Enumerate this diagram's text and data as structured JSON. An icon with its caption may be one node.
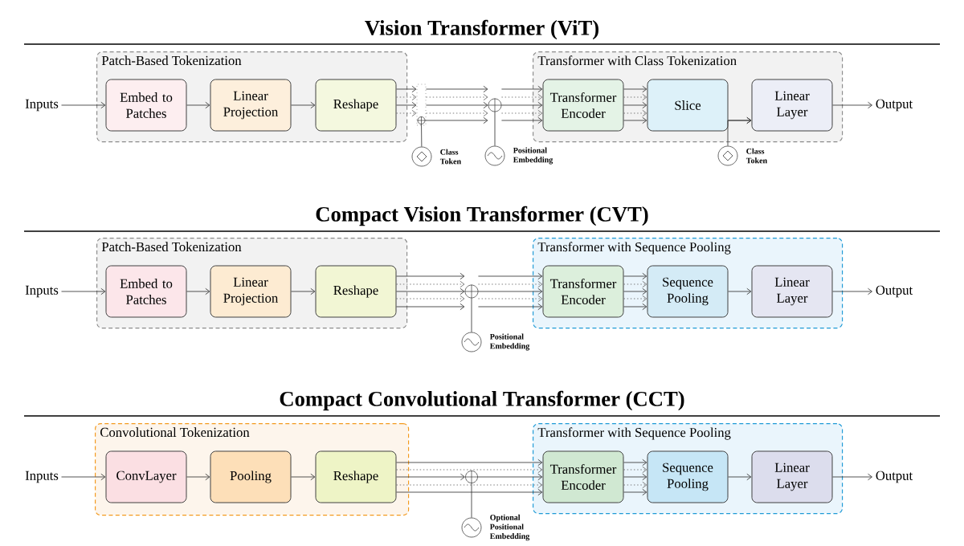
{
  "diagram": {
    "labels": [
      "Vision Transformer (ViT)",
      "Compact Vision Transformer (CVT)",
      "Compact Convolutional Transformer (CCT)"
    ],
    "nodes": [
      {
        "text": [
          "Inputs"
        ]
      },
      {
        "text": [
          "Patch-Based Tokenization"
        ]
      },
      {
        "text": [
          "Embed to Patches"
        ],
        "in": 1
      },
      {
        "text": [
          "Linear Projection"
        ],
        "in": 1
      },
      {
        "text": [
          "Reshape"
        ],
        "in": 1
      },
      {
        "text": [],
        "shape": "box"
      },
      {
        "text": [],
        "shape": "circle",
        "in": 5
      },
      {
        "text": [],
        "shape": "circle",
        "beside": [
          "Class Token"
        ]
      },
      {
        "text": [],
        "shape": "circle"
      },
      {
        "text": [],
        "shape": "circle",
        "beside": [
          "Positional Embedding"
        ]
      },
      {
        "text": [
          "Transformer with Class Tokenization"
        ]
      },
      {
        "text": [
          "Transformer Encoder"
        ],
        "in": 10
      },
      {
        "text": [
          "Slice"
        ],
        "in": 10
      },
      {
        "text": [
          "Linear Layer"
        ],
        "in": 10
      },
      {
        "text": [],
        "shape": "circle",
        "beside": [
          "Class Token"
        ]
      },
      {
        "text": [
          "Output"
        ]
      },
      {
        "text": [
          "Inputs"
        ]
      },
      {
        "text": [
          "Patch-Based Tokenization"
        ]
      },
      {
        "text": [
          "Embed to Patches"
        ],
        "in": 17
      },
      {
        "text": [
          "Linear Projection"
        ],
        "in": 17
      },
      {
        "text": [
          "Reshape"
        ],
        "in": 17
      },
      {
        "text": [],
        "shape": "circle"
      },
      {
        "text": [],
        "shape": "circle",
        "beside": [
          "Positional Embedding"
        ]
      },
      {
        "text": [
          "Transformer with Sequence Pooling"
        ]
      },
      {
        "text": [
          "Transformer Encoder"
        ],
        "in": 23
      },
      {
        "text": [
          "Sequence Pooling"
        ],
        "in": 23
      },
      {
        "text": [
          "Linear Layer"
        ],
        "in": 23
      },
      {
        "text": [
          "Output"
        ]
      },
      {
        "text": [
          "Inputs"
        ]
      },
      {
        "text": [
          "Convolutional Tokenization"
        ]
      },
      {
        "text": [
          "ConvLayer"
        ],
        "in": 29
      },
      {
        "text": [
          "Pooling"
        ],
        "in": 29
      },
      {
        "text": [
          "Reshape"
        ],
        "in": 29
      },
      {
        "text": [],
        "shape": "circle"
      },
      {
        "text": [],
        "shape": "circle",
        "beside": [
          "Optional Positional Embedding"
        ]
      },
      {
        "text": [
          "Transformer with Sequence Pooling"
        ]
      },
      {
        "text": [
          "Transformer Encoder"
        ],
        "in": 35
      },
      {
        "text": [
          "Sequence Pooling"
        ],
        "in": 35
      },
      {
        "text": [
          "Linear Layer"
        ],
        "in": 35
      },
      {
        "text": [
          "Output"
        ]
      }
    ],
    "edges": [
      {
        "from": 0,
        "to": 2,
        "arrow": "to"
      },
      {
        "from": 2,
        "to": 3,
        "arrow": "to"
      },
      {
        "from": 3,
        "to": 4,
        "arrow": "to"
      },
      {
        "from": 4,
        "to": 5,
        "arrow": "to"
      },
      {
        "from": 4,
        "to": 5,
        "arrow": "to",
        "style": "dashed"
      },
      {
        "from": 4,
        "to": 5,
        "arrow": "to"
      },
      {
        "from": 4,
        "to": 5,
        "arrow": "to",
        "style": "dashed"
      },
      {
        "from": 7,
        "to": 6,
        "arrow": "none"
      },
      {
        "from": 5,
        "to": 8,
        "arrow": "to"
      },
      {
        "from": 5,
        "to": 8,
        "arrow": "to",
        "style": "dashed"
      },
      {
        "from": 5,
        "to": 8,
        "arrow": "to"
      },
      {
        "from": 5,
        "to": 8,
        "arrow": "to",
        "style": "dashed"
      },
      {
        "from": 6,
        "to": 8,
        "arrow": "to"
      },
      {
        "from": 9,
        "to": 8,
        "arrow": "none"
      },
      {
        "from": 8,
        "to": 11,
        "arrow": "to"
      },
      {
        "from": 8,
        "to": 11,
        "arrow": "to",
        "style": "dashed"
      },
      {
        "from": 8,
        "to": 11,
        "arrow": "to"
      },
      {
        "from": 8,
        "to": 11,
        "arrow": "to",
        "style": "dashed"
      },
      {
        "from": 8,
        "to": 11,
        "arrow": "to"
      },
      {
        "from": 11,
        "to": 12,
        "arrow": "to"
      },
      {
        "from": 11,
        "to": 12,
        "arrow": "to",
        "style": "dashed"
      },
      {
        "from": 11,
        "to": 12,
        "arrow": "to"
      },
      {
        "from": 11,
        "to": 12,
        "arrow": "to",
        "style": "dashed"
      },
      {
        "from": 11,
        "to": 12,
        "arrow": "to"
      },
      {
        "from": 12,
        "to": 13,
        "arrow": "to"
      },
      {
        "from": 14,
        "to": 13,
        "arrow": "to"
      },
      {
        "from": 13,
        "to": 15,
        "arrow": "to"
      },
      {
        "from": 16,
        "to": 18,
        "arrow": "to"
      },
      {
        "from": 18,
        "to": 19,
        "arrow": "to"
      },
      {
        "from": 19,
        "to": 20,
        "arrow": "to"
      },
      {
        "from": 20,
        "to": 21,
        "arrow": "to"
      },
      {
        "from": 20,
        "to": 21,
        "arrow": "to",
        "style": "dashed"
      },
      {
        "from": 20,
        "to": 21,
        "arrow": "to"
      },
      {
        "from": 20,
        "to": 21,
        "arrow": "to",
        "style": "dashed"
      },
      {
        "from": 20,
        "to": 21,
        "arrow": "to"
      },
      {
        "from": 22,
        "to": 21,
        "arrow": "none"
      },
      {
        "from": 21,
        "to": 24,
        "arrow": "to"
      },
      {
        "from": 21,
        "to": 24,
        "arrow": "to",
        "style": "dashed"
      },
      {
        "from": 21,
        "to": 24,
        "arrow": "to"
      },
      {
        "from": 21,
        "to": 24,
        "arrow": "to",
        "style": "dashed"
      },
      {
        "from": 21,
        "to": 24,
        "arrow": "to"
      },
      {
        "from": 24,
        "to": 25,
        "arrow": "to"
      },
      {
        "from": 24,
        "to": 25,
        "arrow": "to",
        "style": "dashed"
      },
      {
        "from": 24,
        "to": 25,
        "arrow": "to"
      },
      {
        "from": 24,
        "to": 25,
        "arrow": "to",
        "style": "dashed"
      },
      {
        "from": 24,
        "to": 25,
        "arrow": "to"
      },
      {
        "from": 25,
        "to": 26,
        "arrow": "to"
      },
      {
        "from": 26,
        "to": 27,
        "arrow": "to"
      },
      {
        "from": 28,
        "to": 30,
        "arrow": "to"
      },
      {
        "from": 30,
        "to": 31,
        "arrow": "to"
      },
      {
        "from": 31,
        "to": 32,
        "arrow": "to"
      },
      {
        "from": 32,
        "to": 36,
        "arrow": "to"
      },
      {
        "from": 32,
        "to": 36,
        "arrow": "to",
        "style": "dashed"
      },
      {
        "from": 32,
        "to": 33,
        "arrow": "to"
      },
      {
        "from": 33,
        "to": 36,
        "arrow": "to"
      },
      {
        "from": 32,
        "to": 36,
        "arrow": "to",
        "style": "dashed"
      },
      {
        "from": 32,
        "to": 36,
        "arrow": "to"
      },
      {
        "from": 34,
        "to": 33,
        "arrow": "none"
      },
      {
        "from": 36,
        "to": 37,
        "arrow": "to"
      },
      {
        "from": 36,
        "to": 37,
        "arrow": "to",
        "style": "dashed"
      },
      {
        "from": 36,
        "to": 37,
        "arrow": "to"
      },
      {
        "from": 36,
        "to": 37,
        "arrow": "to",
        "style": "dashed"
      },
      {
        "from": 36,
        "to": 37,
        "arrow": "to"
      },
      {
        "from": 37,
        "to": 38,
        "arrow": "to"
      },
      {
        "from": 38,
        "to": 39,
        "arrow": "to"
      }
    ]
  }
}
